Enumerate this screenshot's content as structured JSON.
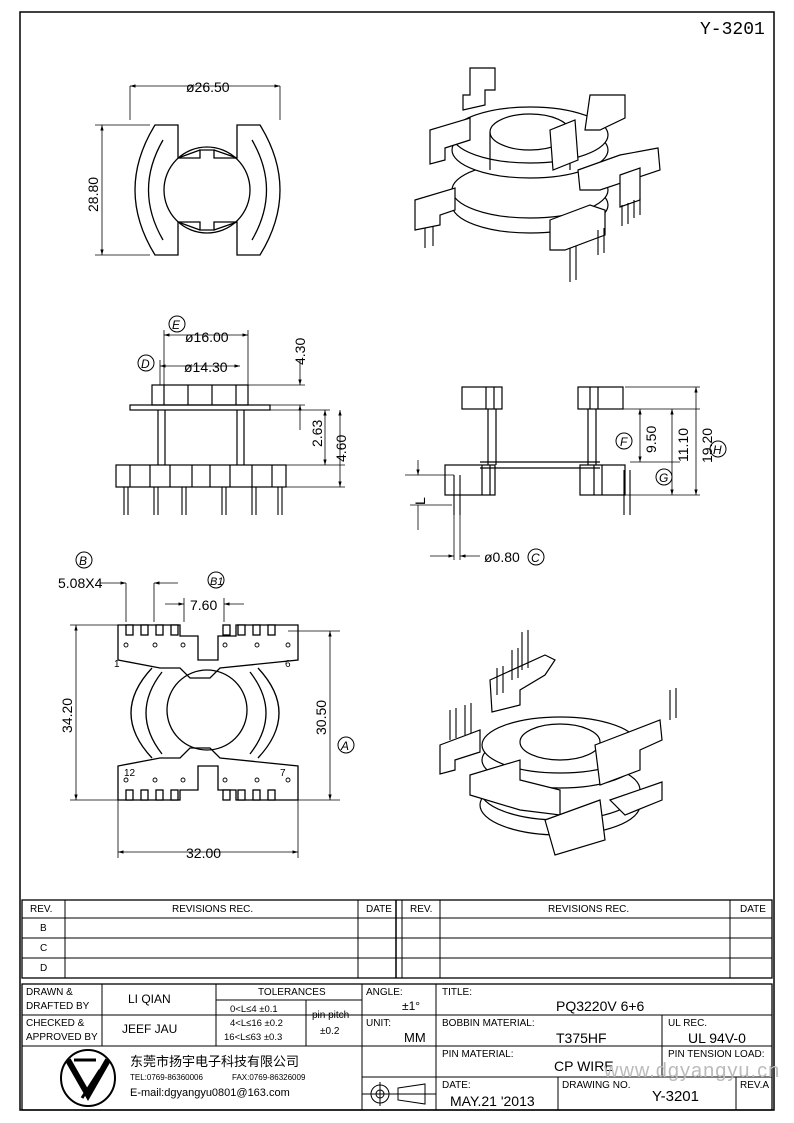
{
  "drawing_code": "Y-3201",
  "dims": {
    "top_width": "ø26.50",
    "top_height": "28.80",
    "e_label": "E",
    "d_label": "D",
    "phi16": "ø16.00",
    "phi14": "ø14.30",
    "h430": "4.30",
    "h263": "2.63",
    "h460": "4.60",
    "h950": "9.50",
    "h1110": "11.10",
    "h1920": "19.20",
    "f_label": "F",
    "g_label": "G",
    "h_label": "H",
    "l_label": "L",
    "pin_dia": "ø0.80",
    "c_label": "C",
    "b_label": "B",
    "b1_label": "B1",
    "pitch": "5.08X4",
    "span760": "7.60",
    "h3420": "34.20",
    "h3050": "30.50",
    "a_label": "A",
    "w3200": "32.00",
    "pin1": "1",
    "pin6": "6",
    "pin12": "12",
    "pin7": "7"
  },
  "revisions": {
    "headers": [
      "REV.",
      "REVISIONS    REC.",
      "DATE",
      "REV.",
      "REVISIONS    REC.",
      "DATE"
    ],
    "rows": [
      "B",
      "C",
      "D"
    ]
  },
  "title_block": {
    "drawn_label_1": "DRAWN &",
    "drawn_label_2": "DRAFTED BY",
    "drawn_name": "LI QIAN",
    "checked_label_1": "CHECKED &",
    "checked_label_2": "APPROVED BY",
    "checked_name": "JEEF JAU",
    "tolerances_label": "TOLERANCES",
    "tol_1": "0<L≤4    ±0.1",
    "tol_2": "4<L≤16  ±0.2",
    "tol_3": "16<L≤63  ±0.3",
    "pin_pitch_label": "pin pitch",
    "pin_pitch_value": "±0.2",
    "angle_label": "ANGLE:",
    "angle_value": "±1°",
    "unit_label": "UNIT:",
    "unit_value": "MM",
    "title_label": "TITLE:",
    "title_value": "PQ3220V  6+6",
    "bobbin_label": "BOBBIN MATERIAL:",
    "bobbin_value": "T375HF",
    "ul_label": "UL REC.",
    "ul_value": "UL  94V-0",
    "pin_material_label": "PIN MATERIAL:",
    "pin_material_value": "CP WIRE",
    "pin_tension_label": "PIN TENSION LOAD:",
    "date_label": "DATE:",
    "date_value": "MAY.21  '2013",
    "drawing_no_label": "DRAWING NO.",
    "drawing_no_value": "Y-3201",
    "rev_label": "REV.A",
    "company_cn": "东莞市扬宇电子科技有限公司",
    "company_tel": "TEL:0769-86360006",
    "company_fax": "FAX:0769-86326009",
    "company_email": "E-mail:dgyangyu0801@163.com",
    "watermark": "www.dgyangyu.cn"
  }
}
